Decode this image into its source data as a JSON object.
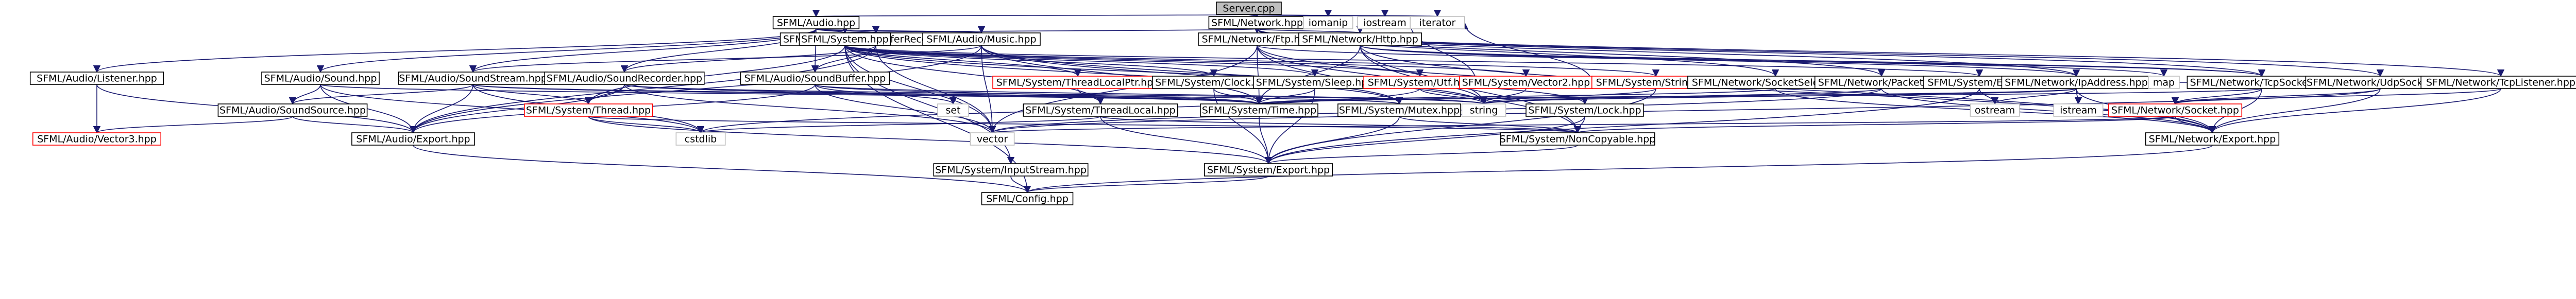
{
  "colors": {
    "edge": "#191970",
    "node_border": "#000000",
    "missing_border": "#ff0000",
    "external_border": "#bfbfbf",
    "root_fill": "#bfbfbf",
    "node_fill": "#ffffff",
    "text": "#000000"
  },
  "nodes": [
    {
      "id": "server",
      "label": "Server.cpp",
      "kind": "root"
    },
    {
      "id": "audio",
      "label": "SFML/Audio.hpp",
      "kind": "normal"
    },
    {
      "id": "network",
      "label": "SFML/Network.hpp",
      "kind": "normal"
    },
    {
      "id": "iomanip",
      "label": "iomanip",
      "kind": "external"
    },
    {
      "id": "iostream",
      "label": "iostream",
      "kind": "external"
    },
    {
      "id": "iterator",
      "label": "iterator",
      "kind": "external"
    },
    {
      "id": "sbr",
      "label": "SFML/Audio/SoundBufferRecorder.hpp",
      "kind": "normal"
    },
    {
      "id": "music",
      "label": "SFML/Audio/Music.hpp",
      "kind": "normal"
    },
    {
      "id": "system",
      "label": "SFML/System.hpp",
      "kind": "normal"
    },
    {
      "id": "ftp",
      "label": "SFML/Network/Ftp.hpp",
      "kind": "normal"
    },
    {
      "id": "http",
      "label": "SFML/Network/Http.hpp",
      "kind": "normal"
    },
    {
      "id": "listener",
      "label": "SFML/Audio/Listener.hpp",
      "kind": "normal"
    },
    {
      "id": "sound",
      "label": "SFML/Audio/Sound.hpp",
      "kind": "normal"
    },
    {
      "id": "soundstream",
      "label": "SFML/Audio/SoundStream.hpp",
      "kind": "normal"
    },
    {
      "id": "soundrecorder",
      "label": "SFML/Audio/SoundRecorder.hpp",
      "kind": "normal"
    },
    {
      "id": "soundbuffer",
      "label": "SFML/Audio/SoundBuffer.hpp",
      "kind": "normal"
    },
    {
      "id": "tlptr",
      "label": "SFML/System/ThreadLocalPtr.hpp",
      "kind": "missing"
    },
    {
      "id": "clock",
      "label": "SFML/System/Clock.hpp",
      "kind": "normal"
    },
    {
      "id": "sleep",
      "label": "SFML/System/Sleep.hpp",
      "kind": "normal"
    },
    {
      "id": "utf",
      "label": "SFML/System/Utf.hpp",
      "kind": "missing"
    },
    {
      "id": "vector2",
      "label": "SFML/System/Vector2.hpp",
      "kind": "missing"
    },
    {
      "id": "string",
      "label": "SFML/System/String.hpp",
      "kind": "missing"
    },
    {
      "id": "sockselector",
      "label": "SFML/Network/SocketSelector.hpp",
      "kind": "normal"
    },
    {
      "id": "packet",
      "label": "SFML/Network/Packet.hpp",
      "kind": "normal"
    },
    {
      "id": "err",
      "label": "SFML/System/Err.hpp",
      "kind": "normal"
    },
    {
      "id": "ipaddress",
      "label": "SFML/Network/IpAddress.hpp",
      "kind": "normal"
    },
    {
      "id": "map",
      "label": "map",
      "kind": "external"
    },
    {
      "id": "tcpsocket",
      "label": "SFML/Network/TcpSocket.hpp",
      "kind": "normal"
    },
    {
      "id": "udpsocket",
      "label": "SFML/Network/UdpSocket.hpp",
      "kind": "normal"
    },
    {
      "id": "tcplistener",
      "label": "SFML/Network/TcpListener.hpp",
      "kind": "normal"
    },
    {
      "id": "soundsource",
      "label": "SFML/Audio/SoundSource.hpp",
      "kind": "normal"
    },
    {
      "id": "thread",
      "label": "SFML/System/Thread.hpp",
      "kind": "missing"
    },
    {
      "id": "set",
      "label": "set",
      "kind": "external"
    },
    {
      "id": "threadlocal",
      "label": "SFML/System/ThreadLocal.hpp",
      "kind": "normal"
    },
    {
      "id": "time",
      "label": "SFML/System/Time.hpp",
      "kind": "normal"
    },
    {
      "id": "mutex",
      "label": "SFML/System/Mutex.hpp",
      "kind": "normal"
    },
    {
      "id": "string_std",
      "label": "string",
      "kind": "external"
    },
    {
      "id": "lock",
      "label": "SFML/System/Lock.hpp",
      "kind": "normal"
    },
    {
      "id": "ostream",
      "label": "ostream",
      "kind": "external"
    },
    {
      "id": "istream",
      "label": "istream",
      "kind": "external"
    },
    {
      "id": "socket",
      "label": "SFML/Network/Socket.hpp",
      "kind": "missing"
    },
    {
      "id": "vector3",
      "label": "SFML/Audio/Vector3.hpp",
      "kind": "missing"
    },
    {
      "id": "audioexport",
      "label": "SFML/Audio/Export.hpp",
      "kind": "normal"
    },
    {
      "id": "cstdlib",
      "label": "cstdlib",
      "kind": "external"
    },
    {
      "id": "vector",
      "label": "vector",
      "kind": "external"
    },
    {
      "id": "noncopyable",
      "label": "SFML/System/NonCopyable.hpp",
      "kind": "normal"
    },
    {
      "id": "netexport",
      "label": "SFML/Network/Export.hpp",
      "kind": "normal"
    },
    {
      "id": "inputstream",
      "label": "SFML/System/InputStream.hpp",
      "kind": "normal"
    },
    {
      "id": "sysexport",
      "label": "SFML/System/Export.hpp",
      "kind": "normal"
    },
    {
      "id": "config",
      "label": "SFML/Config.hpp",
      "kind": "normal"
    }
  ],
  "edges": [
    [
      "server",
      "audio"
    ],
    [
      "server",
      "network"
    ],
    [
      "server",
      "iomanip"
    ],
    [
      "server",
      "iostream"
    ],
    [
      "server",
      "iterator"
    ],
    [
      "audio",
      "system"
    ],
    [
      "audio",
      "listener"
    ],
    [
      "audio",
      "music"
    ],
    [
      "audio",
      "sound"
    ],
    [
      "audio",
      "soundbuffer"
    ],
    [
      "audio",
      "sbr"
    ],
    [
      "audio",
      "soundrecorder"
    ],
    [
      "audio",
      "soundstream"
    ],
    [
      "network",
      "system"
    ],
    [
      "network",
      "ftp"
    ],
    [
      "network",
      "http"
    ],
    [
      "network",
      "ipaddress"
    ],
    [
      "network",
      "packet"
    ],
    [
      "network",
      "sockselector"
    ],
    [
      "network",
      "tcplistener"
    ],
    [
      "network",
      "tcpsocket"
    ],
    [
      "network",
      "udpsocket"
    ],
    [
      "system",
      "clock"
    ],
    [
      "system",
      "err"
    ],
    [
      "system",
      "inputstream"
    ],
    [
      "system",
      "lock"
    ],
    [
      "system",
      "mutex"
    ],
    [
      "system",
      "sleep"
    ],
    [
      "system",
      "string"
    ],
    [
      "system",
      "thread"
    ],
    [
      "system",
      "threadlocal"
    ],
    [
      "system",
      "tlptr"
    ],
    [
      "system",
      "utf"
    ],
    [
      "system",
      "vector2"
    ],
    [
      "system",
      "vector"
    ],
    [
      "system",
      "config"
    ],
    [
      "music",
      "audioexport"
    ],
    [
      "music",
      "soundstream"
    ],
    [
      "music",
      "mutex"
    ],
    [
      "music",
      "time"
    ],
    [
      "music",
      "string_std"
    ],
    [
      "music",
      "vector"
    ],
    [
      "sbr",
      "audioexport"
    ],
    [
      "sbr",
      "soundbuffer"
    ],
    [
      "sbr",
      "soundrecorder"
    ],
    [
      "sbr",
      "vector"
    ],
    [
      "listener",
      "audioexport"
    ],
    [
      "listener",
      "vector3"
    ],
    [
      "sound",
      "audioexport"
    ],
    [
      "sound",
      "soundsource"
    ],
    [
      "sound",
      "time"
    ],
    [
      "sound",
      "cstdlib"
    ],
    [
      "soundstream",
      "audioexport"
    ],
    [
      "soundstream",
      "soundsource"
    ],
    [
      "soundstream",
      "thread"
    ],
    [
      "soundstream",
      "time"
    ],
    [
      "soundstream",
      "mutex"
    ],
    [
      "soundstream",
      "cstdlib"
    ],
    [
      "soundrecorder",
      "audioexport"
    ],
    [
      "soundrecorder",
      "thread"
    ],
    [
      "soundrecorder",
      "vector"
    ],
    [
      "soundrecorder",
      "string_std"
    ],
    [
      "soundrecorder",
      "time"
    ],
    [
      "soundbuffer",
      "audioexport"
    ],
    [
      "soundbuffer",
      "time"
    ],
    [
      "soundbuffer",
      "string_std"
    ],
    [
      "soundbuffer",
      "vector"
    ],
    [
      "soundbuffer",
      "set"
    ],
    [
      "soundsource",
      "audioexport"
    ],
    [
      "soundsource",
      "vector3"
    ],
    [
      "audioexport",
      "config"
    ],
    [
      "tlptr",
      "threadlocal"
    ],
    [
      "threadlocal",
      "sysexport"
    ],
    [
      "threadlocal",
      "noncopyable"
    ],
    [
      "threadlocal",
      "cstdlib"
    ],
    [
      "clock",
      "sysexport"
    ],
    [
      "clock",
      "time"
    ],
    [
      "sleep",
      "sysexport"
    ],
    [
      "sleep",
      "time"
    ],
    [
      "utf",
      "string_std"
    ],
    [
      "utf",
      "cstdlib"
    ],
    [
      "utf",
      "iterator"
    ],
    [
      "vector2",
      "string_std"
    ],
    [
      "string",
      "sysexport"
    ],
    [
      "string",
      "utf"
    ],
    [
      "string",
      "string_std"
    ],
    [
      "string",
      "iterator"
    ],
    [
      "err",
      "sysexport"
    ],
    [
      "err",
      "ostream"
    ],
    [
      "thread",
      "sysexport"
    ],
    [
      "thread",
      "noncopyable"
    ],
    [
      "thread",
      "cstdlib"
    ],
    [
      "mutex",
      "sysexport"
    ],
    [
      "mutex",
      "noncopyable"
    ],
    [
      "lock",
      "sysexport"
    ],
    [
      "lock",
      "noncopyable"
    ],
    [
      "time",
      "sysexport"
    ],
    [
      "noncopyable",
      "sysexport"
    ],
    [
      "inputstream",
      "config"
    ],
    [
      "sysexport",
      "config"
    ],
    [
      "ftp",
      "netexport"
    ],
    [
      "ftp",
      "tcpsocket"
    ],
    [
      "ftp",
      "noncopyable"
    ],
    [
      "ftp",
      "time"
    ],
    [
      "ftp",
      "string_std"
    ],
    [
      "ftp",
      "vector"
    ],
    [
      "http",
      "netexport"
    ],
    [
      "http",
      "ipaddress"
    ],
    [
      "http",
      "tcpsocket"
    ],
    [
      "http",
      "noncopyable"
    ],
    [
      "http",
      "time"
    ],
    [
      "http",
      "map"
    ],
    [
      "http",
      "string_std"
    ],
    [
      "ipaddress",
      "netexport"
    ],
    [
      "ipaddress",
      "time"
    ],
    [
      "ipaddress",
      "istream"
    ],
    [
      "ipaddress",
      "ostream"
    ],
    [
      "ipaddress",
      "string_std"
    ],
    [
      "packet",
      "netexport"
    ],
    [
      "packet",
      "string_std"
    ],
    [
      "packet",
      "vector"
    ],
    [
      "sockselector",
      "netexport"
    ],
    [
      "sockselector",
      "time"
    ],
    [
      "tcpsocket",
      "netexport"
    ],
    [
      "tcpsocket",
      "socket"
    ],
    [
      "tcpsocket",
      "time"
    ],
    [
      "udpsocket",
      "netexport"
    ],
    [
      "udpsocket",
      "socket"
    ],
    [
      "udpsocket",
      "ipaddress"
    ],
    [
      "udpsocket",
      "vector"
    ],
    [
      "tcplistener",
      "netexport"
    ],
    [
      "tcplistener",
      "socket"
    ],
    [
      "socket",
      "netexport"
    ],
    [
      "socket",
      "noncopyable"
    ],
    [
      "socket",
      "vector"
    ],
    [
      "netexport",
      "config"
    ]
  ]
}
